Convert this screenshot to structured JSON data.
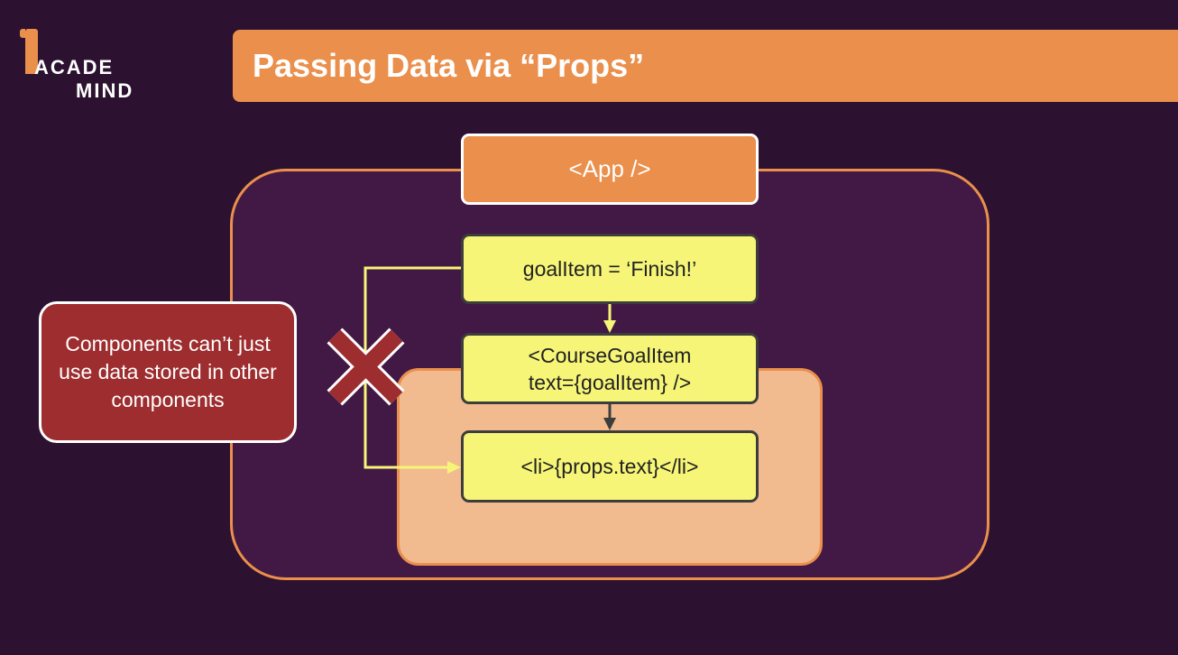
{
  "logo": {
    "line1": "ACADE",
    "line2": "MIND"
  },
  "title": "Passing Data via “Props”",
  "diagram": {
    "app_label": "<App />",
    "goal_item_label": "goalItem = ‘Finish!’",
    "course_goal_item_line1": "<CourseGoalItem",
    "course_goal_item_line2": "text={goalItem} />",
    "li_label": "<li>{props.text}</li>",
    "note_text": "Components can’t just use data stored in other components"
  },
  "colors": {
    "background": "#2c1230",
    "accent_orange": "#ea8f4c",
    "frame_fill": "#421944",
    "inner_fill": "#f1bb8f",
    "yellow_box": "#f6f577",
    "arrow_yellow": "#f6f577",
    "arrow_dark": "#3d3d3d",
    "cross_red": "#9d2d2e",
    "note_red": "#9d2d2e"
  }
}
